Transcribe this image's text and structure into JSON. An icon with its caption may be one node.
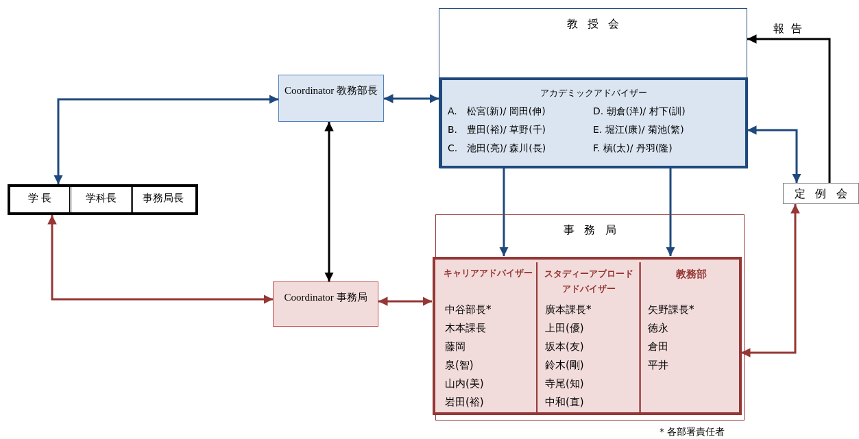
{
  "diagram": {
    "nodes": [
      {
        "text": [
          "学 長"
        ]
      },
      {
        "text": [
          "学科長"
        ]
      },
      {
        "text": [
          "事務局長"
        ]
      },
      {
        "text": [
          "Coordinator 教務部長"
        ]
      },
      {
        "text": [
          "Coordinator 事務局"
        ]
      },
      {
        "text": [
          "教授会"
        ]
      },
      {
        "text": [
          "アカデミックアドバイザー",
          "A.　松宮(新)/ 岡田(伸)",
          "D.  朝倉(洋)/ 村下(訓)",
          "B.　豊田(裕)/ 草野(千)",
          "E.  堀江(康)/ 菊池(繁)",
          "C.　池田(亮)/ 森川(長)",
          "F.  槙(太)/ 丹羽(隆)"
        ],
        "in": 5
      },
      {
        "text": [
          "事務局"
        ]
      },
      {
        "text": [],
        "shape": "box",
        "in": 7
      },
      {
        "text": [
          "キャリアアドバイザー",
          "中谷部長*",
          "木本課長",
          "藤岡",
          "泉(智)",
          "山内(美)",
          "岩田(裕)"
        ],
        "in": 8
      },
      {
        "text": [
          "スタディーアブロードアドバイザー",
          "廣本課長*",
          "上田(優)",
          "坂本(友)",
          "鈴木(剛)",
          "寺尾(知)",
          "中和(直)"
        ],
        "in": 8
      },
      {
        "text": [
          "教務部",
          "矢野課長*",
          "徳永",
          "倉田",
          "平井"
        ],
        "in": 8
      },
      {
        "text": [
          "定例会"
        ]
      }
    ],
    "edges": [
      {
        "from": 3,
        "to": 0,
        "arrow": "both"
      },
      {
        "from": 3,
        "to": 6,
        "arrow": "both"
      },
      {
        "from": 3,
        "to": 4,
        "arrow": "both",
        "color": "#000000"
      },
      {
        "from": 0,
        "to": 4,
        "arrow": "both",
        "color": "#953735"
      },
      {
        "from": 4,
        "to": 8,
        "arrow": "both",
        "color": "#953735"
      },
      {
        "from": 6,
        "to": 8,
        "arrow": "to"
      },
      {
        "from": 6,
        "to": 8,
        "arrow": "to"
      },
      {
        "from": 6,
        "to": 12,
        "arrow": "both"
      },
      {
        "from": 12,
        "to": 5,
        "arrow": "to",
        "color": "#000000",
        "label": "報告"
      },
      {
        "from": 8,
        "to": 12,
        "arrow": "both",
        "color": "#953735"
      }
    ],
    "labels": [
      "* 各部署責任者"
    ]
  }
}
